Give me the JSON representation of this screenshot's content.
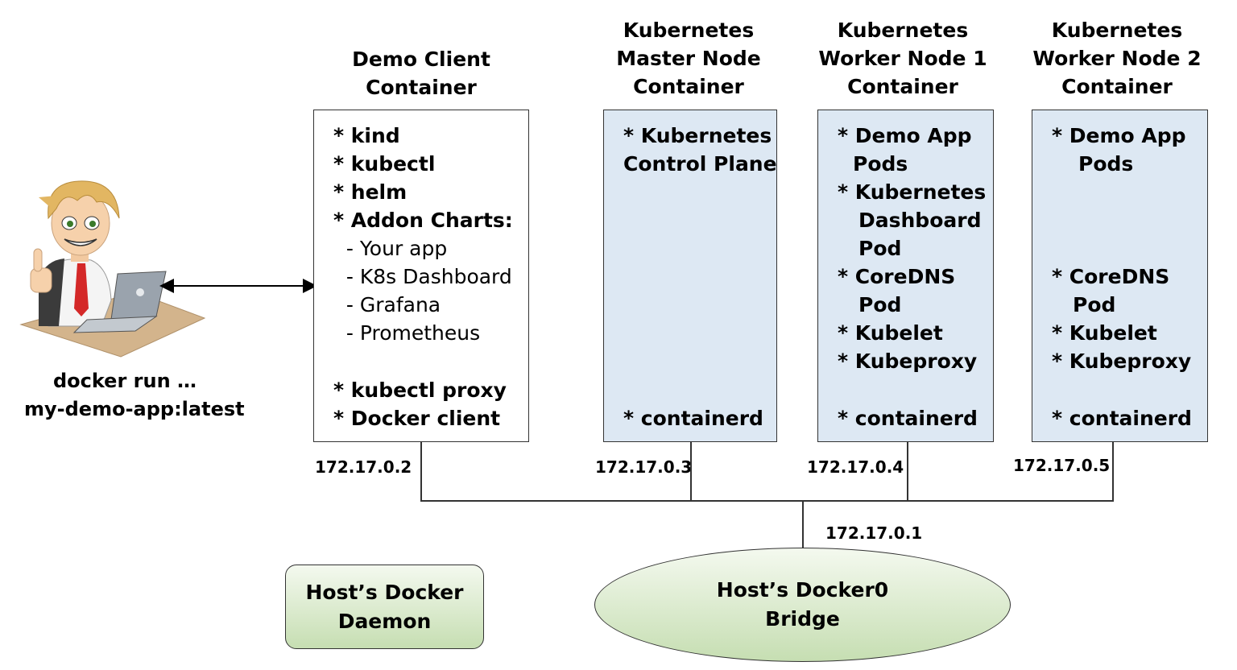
{
  "client": {
    "title": "Demo Client\nContainer",
    "lines": [
      {
        "text": "* kind",
        "style": "b"
      },
      {
        "text": "* kubectl",
        "style": "b"
      },
      {
        "text": "* helm",
        "style": "b"
      },
      {
        "text": "* Addon Charts:",
        "style": "b"
      },
      {
        "text": "  - Your app",
        "style": "n"
      },
      {
        "text": "  - K8s Dashboard",
        "style": "n"
      },
      {
        "text": "  - Grafana",
        "style": "n"
      },
      {
        "text": "  - Prometheus",
        "style": "n"
      },
      {
        "text": "* kubectl proxy",
        "style": "b"
      },
      {
        "text": "* Docker client",
        "style": "b"
      }
    ],
    "ip": "172.17.0.2"
  },
  "master": {
    "title": "Kubernetes\nMaster Node\nContainer",
    "lines": [
      "* Kubernetes",
      "Control Plane",
      "* containerd"
    ],
    "ip": "172.17.0.3"
  },
  "worker1": {
    "title": "Kubernetes\nWorker Node 1\nContainer",
    "lines": [
      "* Demo App",
      "Pods",
      "* Kubernetes",
      "Dashboard",
      "Pod",
      "* CoreDNS",
      "Pod",
      "* Kubelet",
      "* Kubeproxy",
      "* containerd"
    ],
    "ip": "172.17.0.4"
  },
  "worker2": {
    "title": "Kubernetes\nWorker Node 2\nContainer",
    "lines": [
      "* Demo App",
      "Pods",
      "* CoreDNS",
      "Pod",
      "* Kubelet",
      "* Kubeproxy",
      "* containerd"
    ],
    "ip": "172.17.0.5"
  },
  "bridge": {
    "label": "Host’s Docker0\nBridge",
    "ip": "172.17.0.1"
  },
  "daemon": {
    "label": "Host’s Docker\nDaemon"
  },
  "user": {
    "caption_line1": "docker run …",
    "caption_line2": "my-demo-app:latest"
  },
  "colors": {
    "container_fill": "#dde8f3",
    "green_top": "#f4f9ef",
    "green_bottom": "#c6deb2"
  }
}
